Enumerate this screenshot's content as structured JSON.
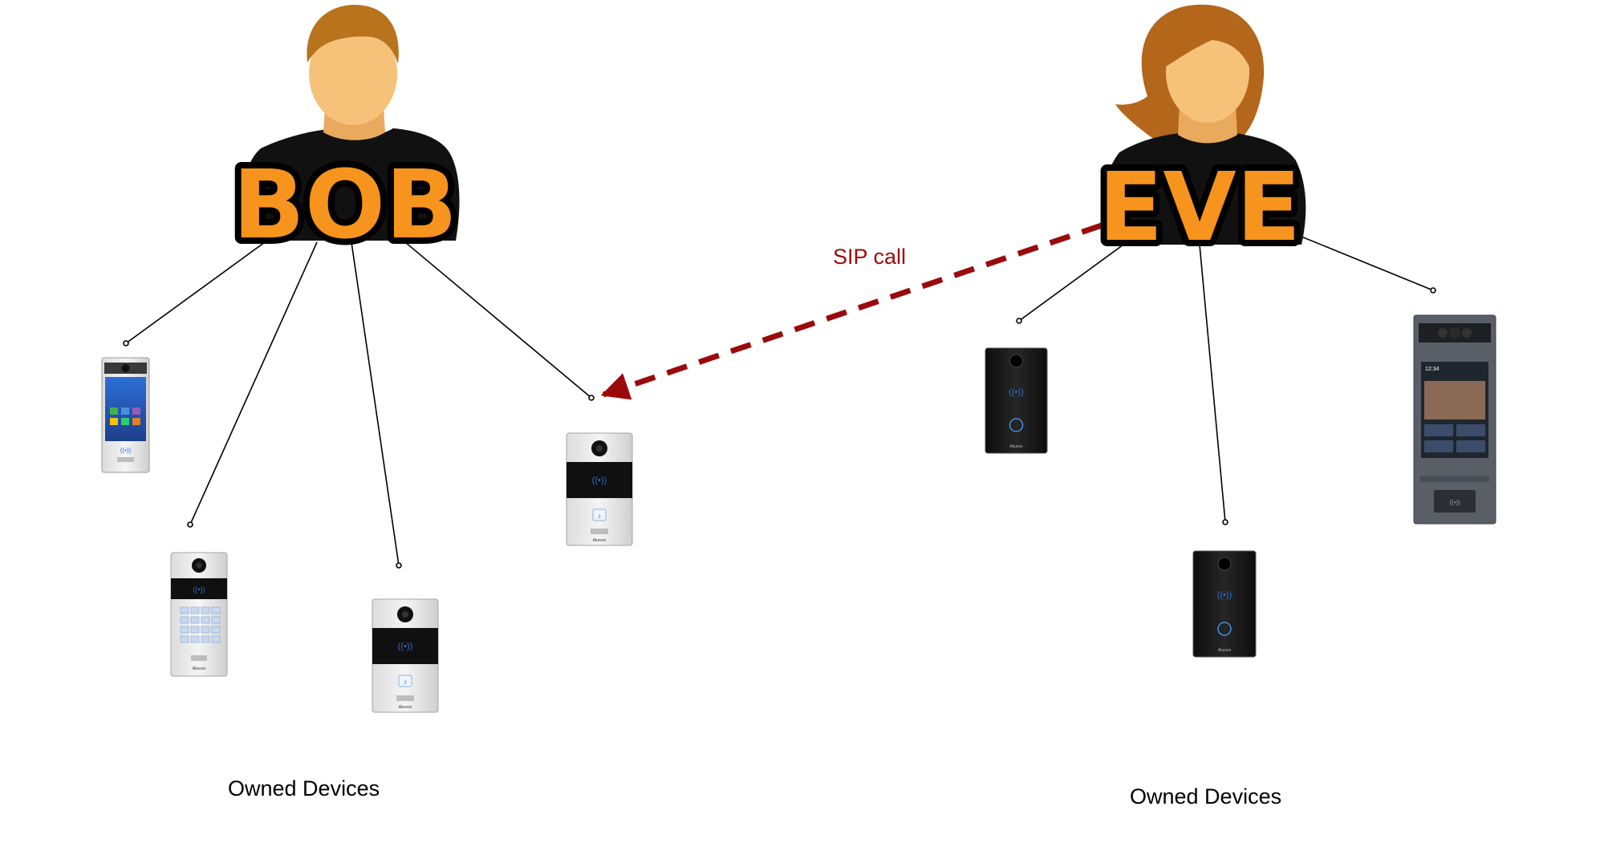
{
  "people": {
    "bob": {
      "name": "BOB",
      "caption": "Owned Devices"
    },
    "eve": {
      "name": "EVE",
      "caption": "Owned Devices"
    }
  },
  "sip_call": {
    "label": "SIP call",
    "from": "eve",
    "to": "bob-device-4"
  },
  "colors": {
    "name_fill": "#f7941d",
    "name_outline": "#000000",
    "skin": "#f6c27a",
    "bob_hair": "#b8731c",
    "eve_hair": "#b4661b",
    "shirt": "#111111",
    "sip_arrow": "#9b0a0a",
    "connector": "#000000"
  },
  "devices": {
    "bob": [
      {
        "id": "bob-device-1",
        "model": "touchscreen-panel",
        "finish": "silver"
      },
      {
        "id": "bob-device-2",
        "model": "keypad-panel",
        "finish": "silver"
      },
      {
        "id": "bob-device-3",
        "model": "button-panel",
        "finish": "silver"
      },
      {
        "id": "bob-device-4",
        "model": "button-panel",
        "finish": "silver"
      }
    ],
    "eve": [
      {
        "id": "eve-device-1",
        "model": "glass-panel",
        "finish": "black"
      },
      {
        "id": "eve-device-2",
        "model": "glass-panel",
        "finish": "black"
      },
      {
        "id": "eve-device-3",
        "model": "large-touchscreen-panel",
        "finish": "dark-grey"
      }
    ]
  },
  "device_screen": {
    "clock": "12:34"
  },
  "device_brand": "Akuvox"
}
